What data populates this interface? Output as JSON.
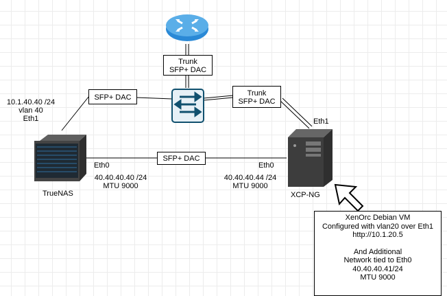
{
  "router": {
    "icon": "router-icon"
  },
  "switch": {
    "icon": "network-switch-icon"
  },
  "truenas": {
    "icon": "server-rack-icon",
    "name": "TrueNAS",
    "eth1_ip": "10.1.40.40 /24",
    "eth1_vlan": "vlan 40",
    "eth1_label": "Eth1",
    "eth0_label": "Eth0",
    "eth0_ip": "40.40.40.40 /24",
    "eth0_mtu": "MTU 9000"
  },
  "xcpng": {
    "icon": "tower-server-icon",
    "name": "XCP-NG",
    "eth1_label": "Eth1",
    "eth0_label": "Eth0",
    "eth0_ip": "40.40.40.44 /24",
    "eth0_mtu": "MTU 9000"
  },
  "links": {
    "router_switch": {
      "line1": "Trunk",
      "line2": "SFP+ DAC"
    },
    "truenas_switch": {
      "line1": "SFP+ DAC"
    },
    "switch_xcp": {
      "line1": "Trunk",
      "line2": "SFP+ DAC"
    },
    "truenas_xcp": {
      "line1": "SFP+ DAC"
    }
  },
  "note": {
    "line1": "XenOrc Debian VM",
    "line2": "Configured with vlan20 over Eth1",
    "line3": "http://10.1.20.5",
    "line4": "And Additional",
    "line5": "Network tied to Eth0",
    "line6": "40.40.40.41/24",
    "line7": "MTU 9000"
  }
}
